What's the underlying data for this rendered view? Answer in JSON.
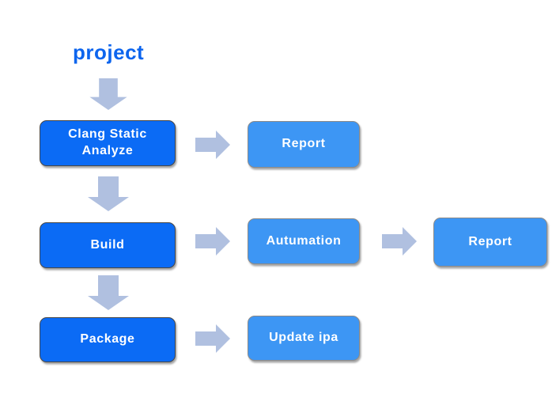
{
  "title": "project",
  "nodes": {
    "clang_static_analyze": {
      "label": "Clang Static Analyze",
      "kind": "primary"
    },
    "report_1": {
      "label": "Report",
      "kind": "secondary"
    },
    "build": {
      "label": "Build",
      "kind": "primary"
    },
    "autumation": {
      "label": "Autumation",
      "kind": "secondary"
    },
    "report_2": {
      "label": "Report",
      "kind": "secondary"
    },
    "package": {
      "label": "Package",
      "kind": "primary"
    },
    "update_ipa": {
      "label": "Update ipa",
      "kind": "secondary"
    }
  },
  "colors": {
    "title_color": "#0d65ee",
    "primary_node": "#0b6bf5",
    "secondary_node": "#3d96f4",
    "arrow_color": "#b0c0e0",
    "node_text": "#ffffff"
  }
}
